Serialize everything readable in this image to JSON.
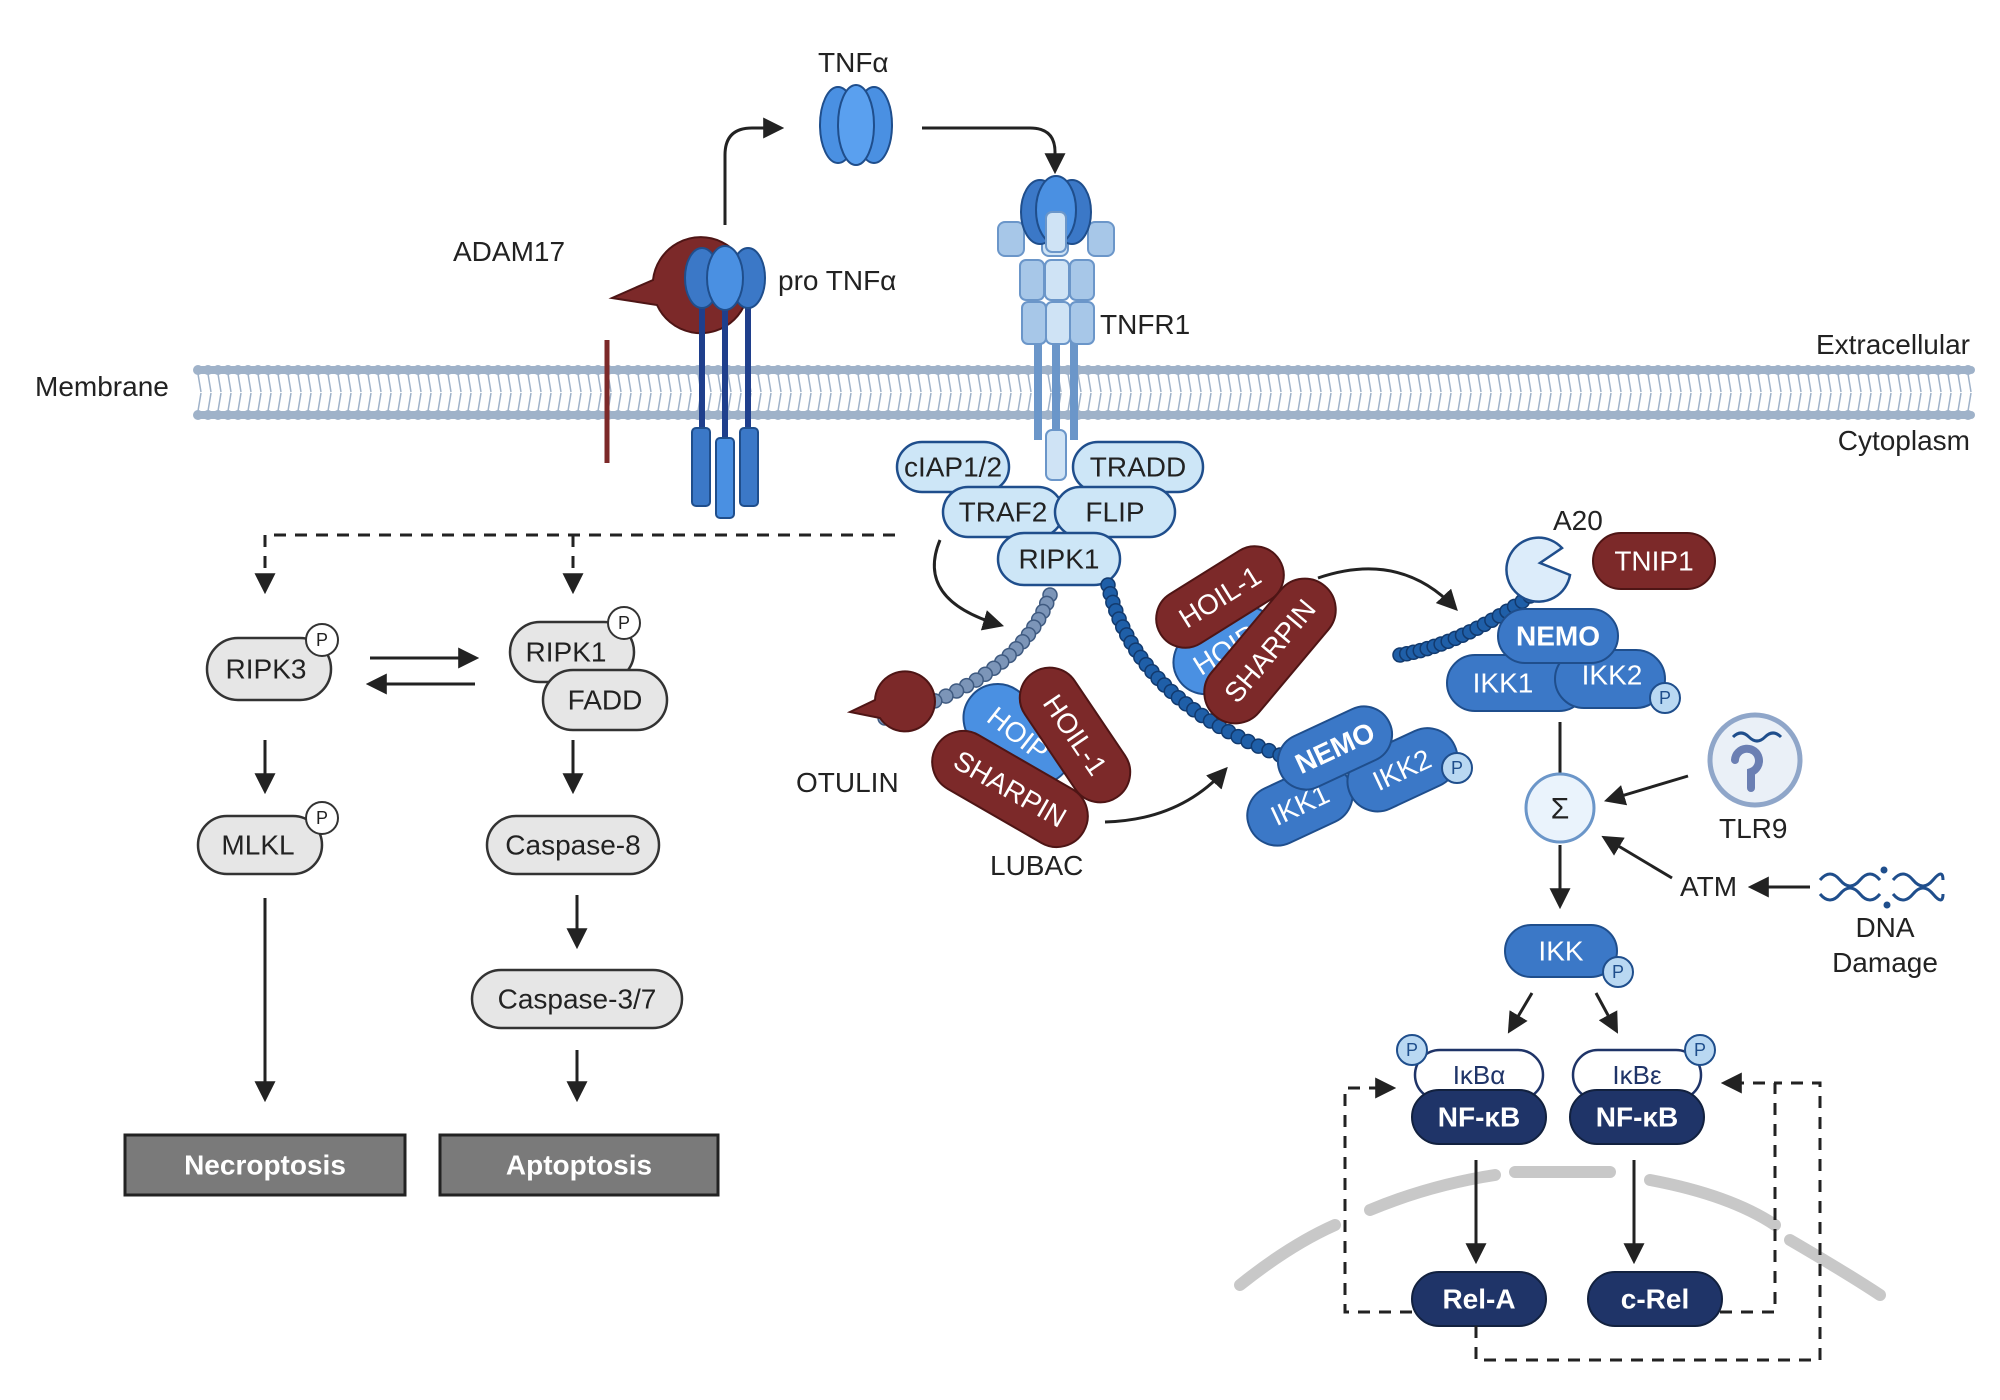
{
  "labels": {
    "tnfa": "TNFα",
    "pro_tnfa": "pro TNFα",
    "adam17": "ADAM17",
    "tnfr1": "TNFR1",
    "membrane": "Membrane",
    "extracellular": "Extracellular",
    "cytoplasm": "Cytoplasm",
    "ciap": "cIAP1/2",
    "tradd": "TRADD",
    "traf2": "TRAF2",
    "flip": "FLIP",
    "ripk1_complex": "RIPK1",
    "ripk3": "RIPK3",
    "ripk1": "RIPK1",
    "fadd": "FADD",
    "mlkl": "MLKL",
    "caspase8": "Caspase-8",
    "caspase37": "Caspase-3/7",
    "necroptosis": "Necroptosis",
    "apoptosis": "Aptoptosis",
    "otulin": "OTULIN",
    "hoil1": "HOIL-1",
    "hoip": "HOIP",
    "sharpin": "SHARPIN",
    "lubac": "LUBAC",
    "nemo": "NEMO",
    "ikk1": "IKK1",
    "ikk2": "IKK2",
    "a20": "A20",
    "tnip1": "TNIP1",
    "sigma": "Σ",
    "tlr9": "TLR9",
    "atm": "ATM",
    "dna_damage_1": "DNA",
    "dna_damage_2": "Damage",
    "ikk": "IKK",
    "ikba": "IκBα",
    "ikbe": "IκBε",
    "nfkb": "NF-κB",
    "rela": "Rel-A",
    "crel": "c-Rel",
    "phospho": "P"
  },
  "colors": {
    "blue_light": "#cde6f7",
    "blue_mid": "#3b78c7",
    "blue_bright": "#4a90e2",
    "blue_dark": "#1f4e8c",
    "navy": "#1f3468",
    "maroon": "#7c2929",
    "gray_box": "#7a7a7a",
    "gray_pill": "#e6e6e6",
    "membrane": "#9fb2c9"
  }
}
